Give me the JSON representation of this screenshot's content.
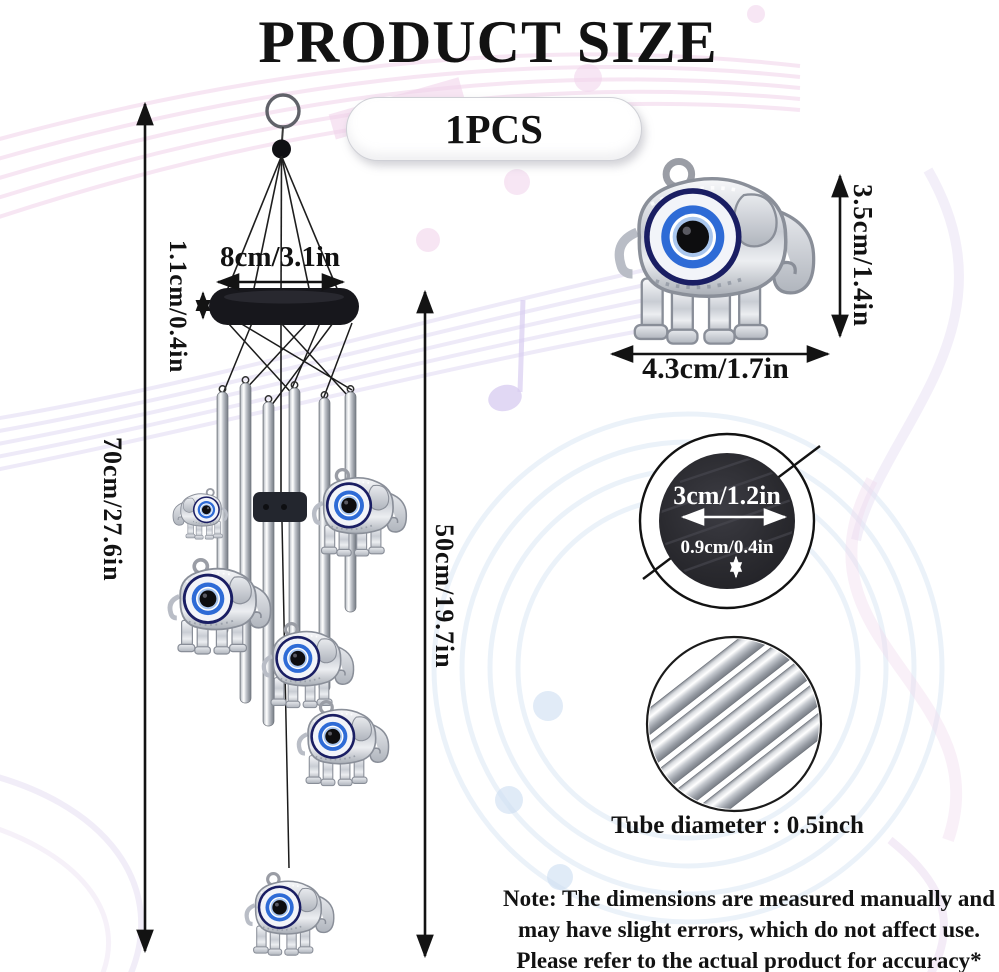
{
  "title": "PRODUCT SIZE",
  "badge": {
    "label": "1PCS"
  },
  "dimensions": {
    "hanger_width": "8cm/3.1in",
    "cap_height": "1.1cm/0.4in",
    "total_length": "70cm/27.6in",
    "tube_section_length": "50cm/19.7in"
  },
  "elephant_charm": {
    "height": "3.5cm/1.4in",
    "width": "4.3cm/1.7in"
  },
  "wind_catcher_disc": {
    "diameter": "3cm/1.2in",
    "thickness": "0.9cm/0.4in"
  },
  "tubes": {
    "diameter_label": "Tube diameter : 0.5inch"
  },
  "note": {
    "line1": "Note: The dimensions are measured manually and",
    "line2": "may have slight errors, which do not affect use.",
    "line3": "Please refer to the actual product for accuracy*"
  },
  "icons": {
    "hanging_ring": "hanging-ring-icon",
    "elephant_charm": "elephant-charm-icon",
    "evil_eye": "evil-eye-icon",
    "music_notes": "music-notes-decoration"
  },
  "colors": {
    "text": "#121212",
    "eye_blue": "#2e6bd6",
    "eye_navy": "#1a1e63",
    "silver": "#c9ccd2",
    "cap_black": "#17171c",
    "music_pink": "#f2d3ec",
    "music_lavender": "#ddd6f2",
    "music_blue": "#d7e4f4"
  }
}
